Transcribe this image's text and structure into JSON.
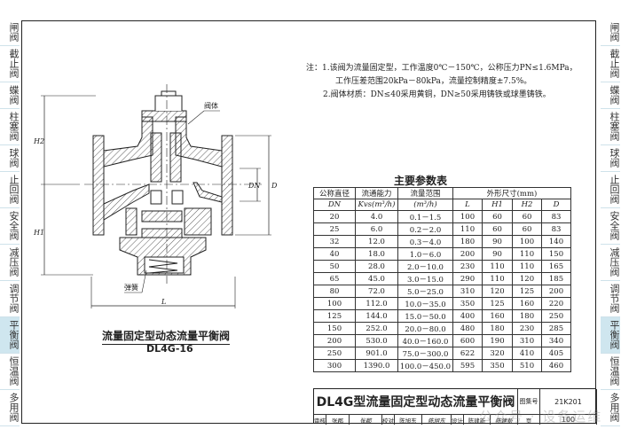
{
  "side_tabs": [
    "闸阀",
    "截止阀",
    "蝶阀",
    "柱塞阀",
    "球阀",
    "止回阀",
    "安全阀",
    "减压阀",
    "调节阀",
    "平衡阀",
    "恒温阀",
    "多用阀"
  ],
  "active_tab": "平衡阀",
  "notes": {
    "line1": "注：1.该阀为流量固定型，工作温度0℃－150℃，公称压力PN≤1.6MPa，",
    "line2": "工作压差范围20kPa－80kPa，流量控制精度±7.5%。",
    "line3": "2.阀体材质：DN≤40采用黄铜，DN≥50采用铸铁或球墨铸铁。"
  },
  "drawing": {
    "label_body": "阀体",
    "label_spring": "弹簧",
    "dim_H2": "H2",
    "dim_H1": "H1",
    "dim_DN": "DN",
    "dim_D": "D",
    "dim_L": "L",
    "caption": "流量固定型动态流量平衡阀",
    "model": "DL4G-16"
  },
  "table": {
    "title": "主要参数表",
    "headers": {
      "dn": "公称直径",
      "dn_sub": "DN",
      "kvs": "流通能力",
      "kvs_sub": "Kvs(m³/h)",
      "range": "流量范围",
      "range_sub": "(m³/h)",
      "dims": "外形尺寸(mm)",
      "L": "L",
      "H1": "H1",
      "H2": "H2",
      "D": "D"
    },
    "rows": [
      [
        "20",
        "4.0",
        "0.1－1.5",
        "100",
        "60",
        "60",
        "83"
      ],
      [
        "25",
        "6.0",
        "0.2－2.0",
        "110",
        "60",
        "60",
        "83"
      ],
      [
        "32",
        "12.0",
        "0.3－4.0",
        "180",
        "90",
        "100",
        "140"
      ],
      [
        "40",
        "18.0",
        "1.0－6.0",
        "200",
        "90",
        "110",
        "150"
      ],
      [
        "50",
        "28.0",
        "2.0－10.0",
        "230",
        "110",
        "110",
        "165"
      ],
      [
        "65",
        "45.0",
        "3.0－15.0",
        "290",
        "110",
        "120",
        "185"
      ],
      [
        "80",
        "72.0",
        "5.0－25.0",
        "310",
        "120",
        "125",
        "200"
      ],
      [
        "100",
        "112.0",
        "10.0－35.0",
        "350",
        "125",
        "160",
        "220"
      ],
      [
        "125",
        "144.0",
        "15.0－50.0",
        "400",
        "160",
        "180",
        "250"
      ],
      [
        "150",
        "252.0",
        "20.0－80.0",
        "480",
        "180",
        "230",
        "285"
      ],
      [
        "200",
        "530.0",
        "40.0－160.0",
        "600",
        "190",
        "310",
        "340"
      ],
      [
        "250",
        "901.0",
        "75.0－300.0",
        "622",
        "320",
        "410",
        "405"
      ],
      [
        "300",
        "1390.0",
        "100.0－450.0",
        "595",
        "350",
        "510",
        "460"
      ]
    ]
  },
  "title_block": {
    "title": "DL4G型流量固定型动态流量平衡阀",
    "atlas_label": "图集号",
    "atlas_no": "21K201",
    "review_label": "审核",
    "reviewer": "张郡",
    "reviewer_sign": "张郡",
    "check_label": "校对",
    "checker": "陈旭东",
    "checker_sign": "陈旭东",
    "design_label": "设计",
    "designer": "陈建新",
    "designer_sign": "陈建新",
    "page_label": "页",
    "page_no": "100"
  },
  "watermark": "公众号 · 设备运维"
}
